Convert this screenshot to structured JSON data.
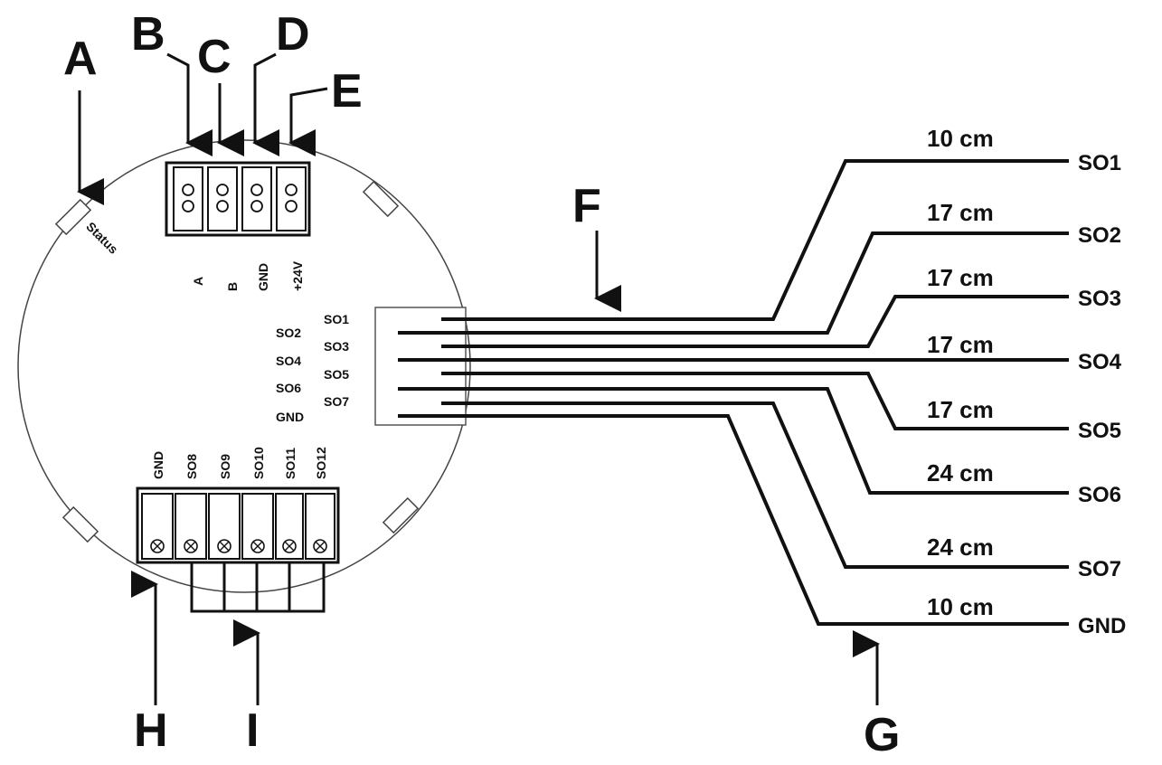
{
  "callouts": {
    "A": "A",
    "B": "B",
    "C": "C",
    "D": "D",
    "E": "E",
    "F": "F",
    "G": "G",
    "H": "H",
    "I": "I"
  },
  "device": {
    "status_label": "Status",
    "top_terminals": [
      "A",
      "B",
      "GND",
      "+24V"
    ],
    "bottom_terminals": [
      "GND",
      "SO8",
      "SO9",
      "SO10",
      "SO11",
      "SO12"
    ],
    "connector_labels": [
      "SO1",
      "SO2",
      "SO3",
      "SO4",
      "SO5",
      "SO6",
      "SO7",
      "GND"
    ]
  },
  "wires": [
    {
      "length": "10 cm",
      "end": "SO1"
    },
    {
      "length": "17 cm",
      "end": "SO2"
    },
    {
      "length": "17 cm",
      "end": "SO3"
    },
    {
      "length": "17 cm",
      "end": "SO4"
    },
    {
      "length": "17 cm",
      "end": "SO5"
    },
    {
      "length": "24 cm",
      "end": "SO6"
    },
    {
      "length": "24 cm",
      "end": "SO7"
    },
    {
      "length": "10 cm",
      "end": "GND"
    }
  ]
}
